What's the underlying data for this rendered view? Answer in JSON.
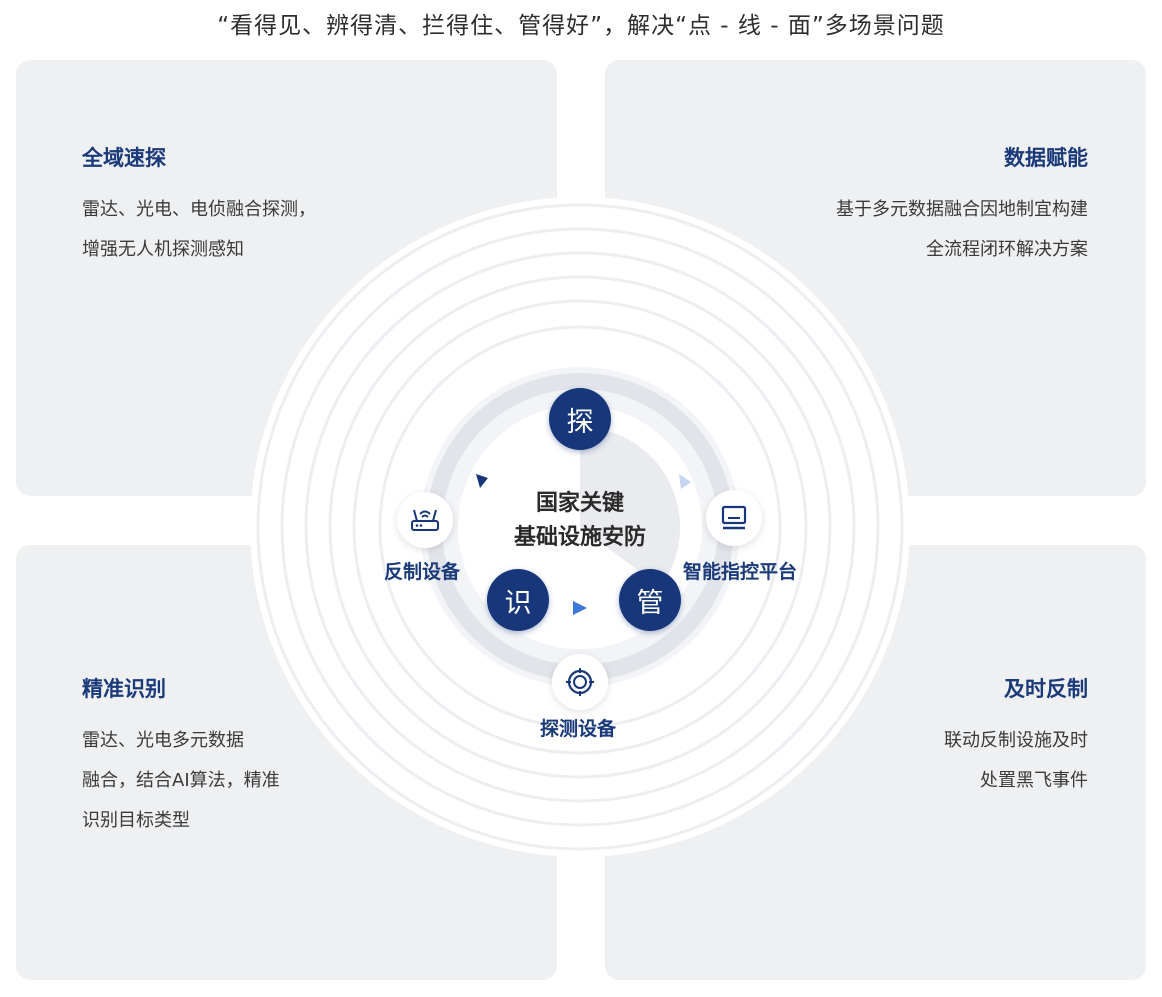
{
  "headline": "“看得见、辨得清、拦得住、管得好”，解决“点 - 线 - 面”多场景问题",
  "cards": {
    "top_left": {
      "title": "全域速探",
      "lines": [
        "雷达、光电、电侦融合探测，",
        "增强无人机探测感知"
      ]
    },
    "top_right": {
      "title": "数据赋能",
      "lines": [
        "基于多元数据融合因地制宜构建",
        "全流程闭环解决方案"
      ]
    },
    "bottom_left": {
      "title": "精准识别",
      "lines": [
        "雷达、光电多元数据",
        "融合，结合AI算法，精准",
        "识别目标类型"
      ]
    },
    "bottom_right": {
      "title": "及时反制",
      "lines": [
        "联动反制设施及时",
        "处置黑飞事件"
      ]
    }
  },
  "center": {
    "line1": "国家关键",
    "line2": "基础设施安防"
  },
  "nodes": {
    "tan": "探",
    "shi": "识",
    "guan": "管"
  },
  "devices": {
    "countermeasure": {
      "label": "反制设备",
      "icon": "router-icon"
    },
    "command": {
      "label": "智能指控平台",
      "icon": "monitor-icon"
    },
    "detection": {
      "label": "探测设备",
      "icon": "radar-icon"
    }
  },
  "colors": {
    "brand": "#17377a",
    "panel": "#eff0f2",
    "accent_arrow": "#3a78d8"
  }
}
